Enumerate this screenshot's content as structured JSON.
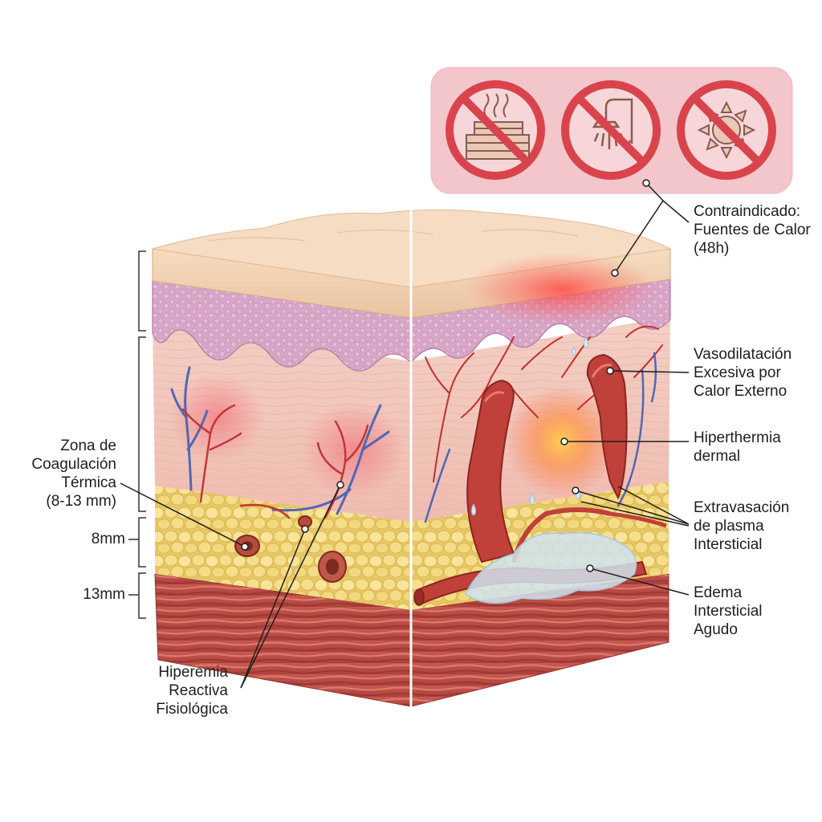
{
  "labels": {
    "contraindicated": [
      "Contraindicado:",
      "Fuentes de Calor",
      "(48h)"
    ],
    "vasodilation": [
      "Vasodilatación",
      "Excesiva por",
      "Calor Externo"
    ],
    "hyperthermia": [
      "Hiperthermia",
      "dermal"
    ],
    "extravasation": [
      "Extravasación",
      "de plasma",
      "Intersticial"
    ],
    "edema": [
      "Edema",
      "Intersticial",
      "Agudo"
    ],
    "coagulation": [
      "Zona de",
      "Coagulación",
      "Térmica",
      "(8-13 mm)"
    ],
    "depth_8": "8mm",
    "depth_13": "13mm",
    "hyperemia": [
      "Hiperemia",
      "Reactiva",
      "Fisiológica"
    ]
  },
  "icons": [
    "no-sauna-icon",
    "no-hot-shower-icon",
    "no-sun-exposure-icon"
  ],
  "colors": {
    "prohibition_red": "#d9444c",
    "panel_pink": "#f2c6cb",
    "epidermis": "#f1d2b0",
    "papillary_dermis": "#d9a9c8",
    "dermis": "#f3c9bf",
    "fat": "#f1d985",
    "muscle": "#c6544c",
    "vessel_red": "#b83232",
    "vein_blue": "#5167b3",
    "edema": "#cfe3ee"
  }
}
